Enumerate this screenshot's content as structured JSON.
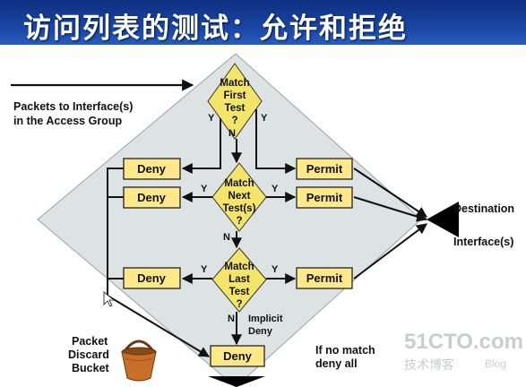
{
  "header": {
    "title": "访问列表的测试：允许和拒绝"
  },
  "diagram": {
    "input_label": [
      "Packets to Interface(s)",
      "in the Access Group"
    ],
    "decisions": [
      {
        "lines": [
          "Match",
          "First",
          "Test",
          "?"
        ]
      },
      {
        "lines": [
          "Match",
          "Next",
          "Test(s)",
          "?"
        ]
      },
      {
        "lines": [
          "Match",
          "Last",
          "Test",
          "?"
        ]
      }
    ],
    "deny_label": "Deny",
    "permit_label": "Permit",
    "yes_label": "Y",
    "no_label": "N",
    "implicit_deny": [
      "Implicit",
      "Deny"
    ],
    "no_match_note": [
      "If no match",
      "deny all"
    ],
    "destination": {
      "top": "Destination",
      "bottom": "Interface(s)"
    },
    "bucket_label": [
      "Packet",
      "Discard",
      "Bucket"
    ]
  },
  "watermark": {
    "main": "51CTO.com",
    "sub": "技术博客",
    "blog": "Blog"
  },
  "colors": {
    "box_fill": "#ffe88a",
    "diamond_fill": "#f3e46a",
    "background_diamond": "#dde2e2",
    "header": "#1c4aa8"
  }
}
